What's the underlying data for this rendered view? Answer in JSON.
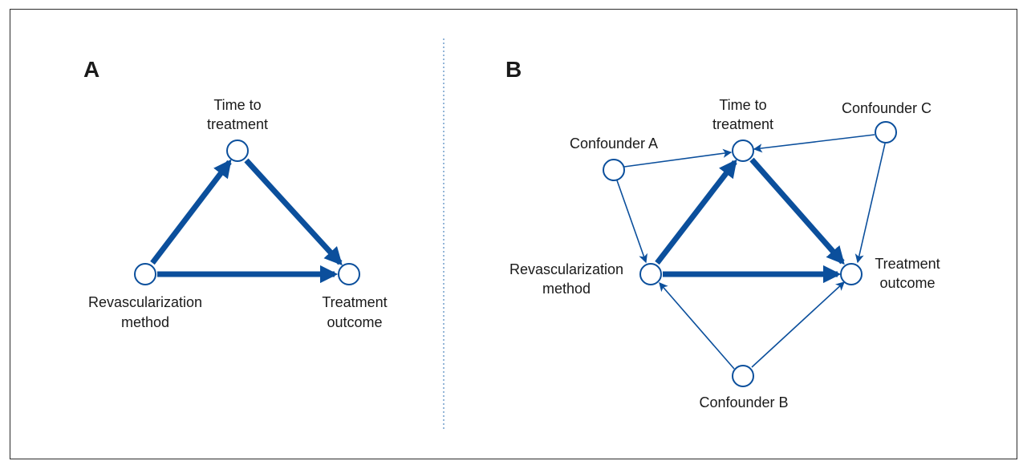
{
  "colors": {
    "edge": "#0b4f9c",
    "node_fill": "#ffffff",
    "frame": "#2b2b2b",
    "divider": "#5a8fc4",
    "text": "#1a1a1a"
  },
  "panelA": {
    "letter": "A",
    "time_line1": "Time to",
    "time_line2": "treatment",
    "rev_line1": "Revascularization",
    "rev_line2": "method",
    "out_line1": "Treatment",
    "out_line2": "outcome"
  },
  "panelB": {
    "letter": "B",
    "time_line1": "Time to",
    "time_line2": "treatment",
    "rev_line1": "Revascularization",
    "rev_line2": "method",
    "out_line1": "Treatment",
    "out_line2": "outcome",
    "confA": "Confounder A",
    "confB": "Confounder B",
    "confC": "Confounder C"
  }
}
